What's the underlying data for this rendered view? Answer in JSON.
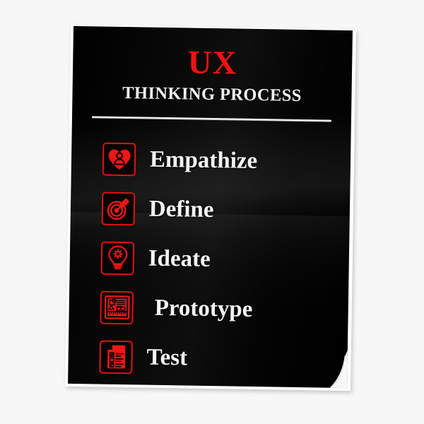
{
  "poster": {
    "title": "UX",
    "subtitle": "THINKING PROCESS",
    "colors": {
      "background": "#f7f7f7",
      "poster_background": "#000000",
      "accent_red": "#ee1313",
      "text_white": "#f4f4f4",
      "border_white": "#ffffff"
    },
    "steps": [
      {
        "label": "Empathize",
        "icon": "heart-person-icon"
      },
      {
        "label": "Define",
        "icon": "target-pencil-icon"
      },
      {
        "label": "Ideate",
        "icon": "lightbulb-gear-icon"
      },
      {
        "label": "Prototype",
        "icon": "wireframe-ruler-icon"
      },
      {
        "label": "Test",
        "icon": "checklist-document-icon"
      }
    ]
  }
}
